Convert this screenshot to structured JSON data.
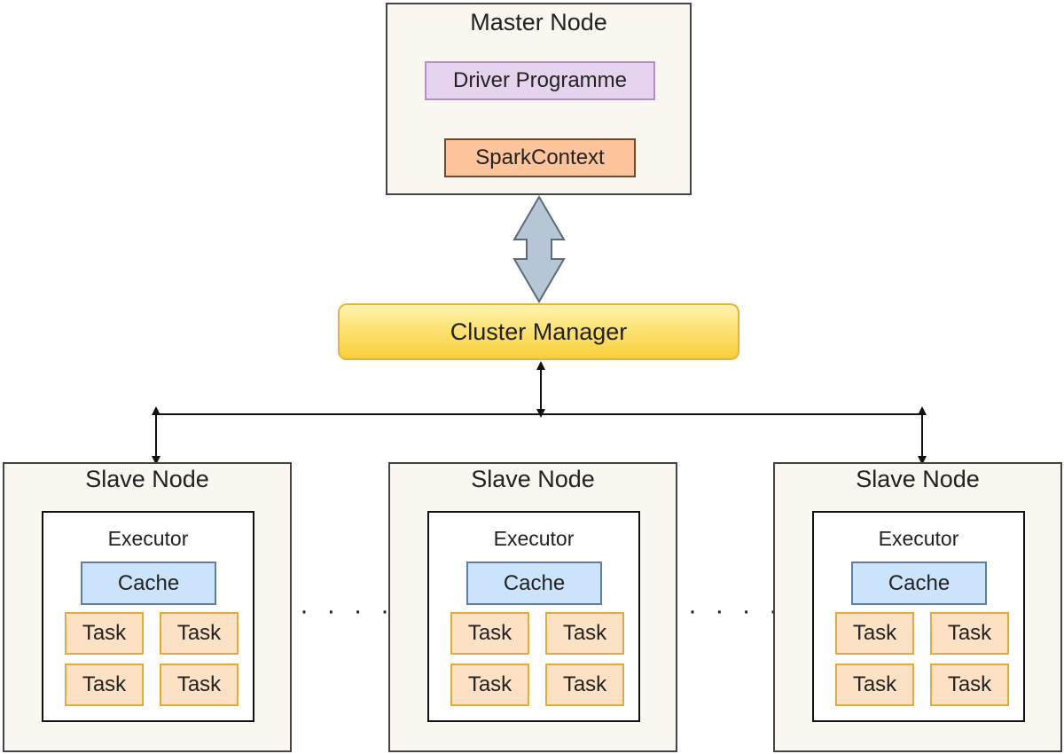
{
  "master": {
    "title": "Master Node",
    "driver": "Driver Programme",
    "spark_context": "SparkContext"
  },
  "cluster_manager": "Cluster Manager",
  "slaves": [
    {
      "title": "Slave Node",
      "executor": "Executor",
      "cache": "Cache",
      "tasks": [
        "Task",
        "Task",
        "Task",
        "Task"
      ]
    },
    {
      "title": "Slave Node",
      "executor": "Executor",
      "cache": "Cache",
      "tasks": [
        "Task",
        "Task",
        "Task",
        "Task"
      ]
    },
    {
      "title": "Slave Node",
      "executor": "Executor",
      "cache": "Cache",
      "tasks": [
        "Task",
        "Task",
        "Task",
        "Task"
      ]
    }
  ],
  "ellipsis": [
    "· · · · ·",
    "· · · · ·"
  ]
}
